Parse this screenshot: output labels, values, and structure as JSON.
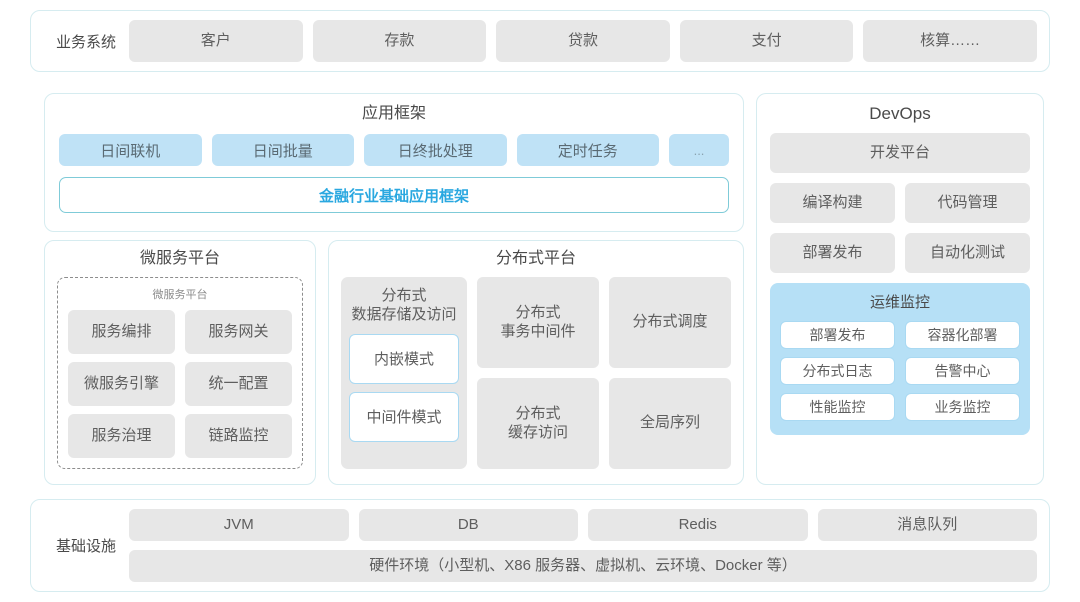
{
  "colors": {
    "panel_border": "#d6ecf0",
    "chip_gray": "#e7e7e7",
    "chip_blue": "#bfe2f6",
    "accent_blue": "#2aa8e0",
    "ops_bg": "#b6e0f6",
    "text": "#5e5e5e"
  },
  "business_systems": {
    "label": "业务系统",
    "items": [
      "客户",
      "存款",
      "贷款",
      "支付",
      "核算……"
    ]
  },
  "app_framework": {
    "title": "应用框架",
    "chips": [
      "日间联机",
      "日间批量",
      "日终批处理",
      "定时任务",
      "..."
    ],
    "base_bar": "金融行业基础应用框架"
  },
  "microservice_platform": {
    "title": "微服务平台",
    "sub_label": "微服务平台",
    "items": [
      "服务编排",
      "服务网关",
      "微服务引擎",
      "统一配置",
      "服务治理",
      "链路监控"
    ]
  },
  "distributed_platform": {
    "title": "分布式平台",
    "left_column": {
      "title": "分布式\n数据存储及访问",
      "title_line1": "分布式",
      "title_line2": "数据存储及访问",
      "modes": [
        "内嵌模式",
        "中间件模式"
      ]
    },
    "right_items": [
      "分布式\n事务中间件",
      "分布式调度",
      "分布式\n缓存访问",
      "全局序列"
    ]
  },
  "devops": {
    "title": "DevOps",
    "platform": "开发平台",
    "pairs": [
      "编译构建",
      "代码管理",
      "部署发布",
      "自动化测试"
    ],
    "ops_monitor": {
      "title": "运维监控",
      "items": [
        "部署发布",
        "容器化部署",
        "分布式日志",
        "告警中心",
        "性能监控",
        "业务监控"
      ]
    }
  },
  "infrastructure": {
    "label": "基础设施",
    "items": [
      "JVM",
      "DB",
      "Redis",
      "消息队列"
    ],
    "hardware": "硬件环境（小型机、X86 服务器、虚拟机、云环境、Docker 等）"
  }
}
